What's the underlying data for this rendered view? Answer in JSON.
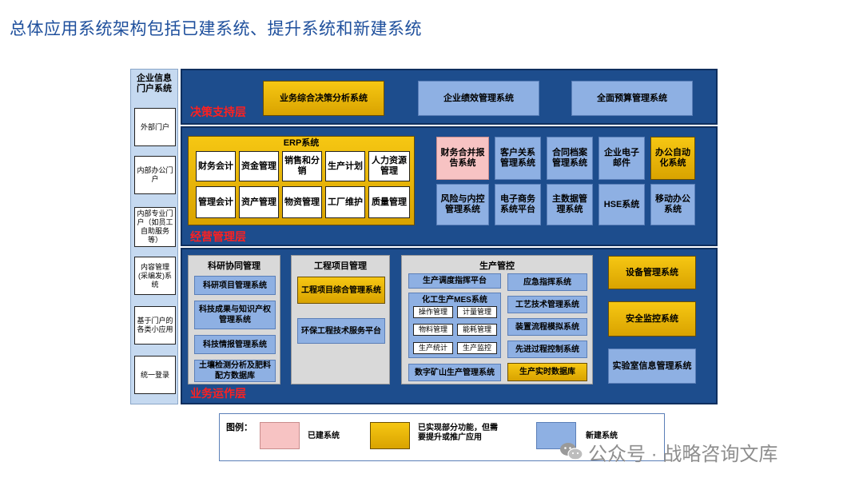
{
  "title": "总体应用系统架构包括已建系统、提升系统和新建系统",
  "portal": {
    "title": "企业信息门户系统",
    "items": [
      "外部门户",
      "内部办公门户",
      "内部专业门户（如员工自助服务等）",
      "内容管理(采编发)系统",
      "基于门户的各类小应用",
      "统一登录"
    ]
  },
  "decision": {
    "label": "决策支持层",
    "items": [
      "业务综合决策分析系统",
      "企业绩效管理系统",
      "全面预算管理系统"
    ]
  },
  "management": {
    "label": "经营管理层",
    "erp": {
      "title": "ERP系统",
      "items": [
        "财务会计",
        "资金管理",
        "销售和分销",
        "生产计划",
        "人力资源管理",
        "管理会计",
        "资产管理",
        "物资管理",
        "工厂维护",
        "质量管理"
      ]
    },
    "systems": [
      "财务合并报告系统",
      "客户关系管理系统",
      "合同档案管理系统",
      "企业电子邮件",
      "办公自动化系统",
      "风险与内控管理系统",
      "电子商务系统平台",
      "主数据管理系统",
      "HSE系统",
      "移动办公系统"
    ]
  },
  "operation": {
    "label": "业务运作层",
    "research": {
      "title": "科研协同管理",
      "items": [
        "科研项目管理系统",
        "科技成果与知识产权管理系统",
        "科技情报管理系统",
        "土壤检测分析及肥料配方数据库"
      ]
    },
    "engineering": {
      "title": "工程项目管理",
      "items": [
        "工程项目综合管理系统",
        "环保工程技术服务平台"
      ]
    },
    "production": {
      "title": "生产管控",
      "dispatch": "生产调度指挥平台",
      "mes_title": "化工生产MES系统",
      "mes_items": [
        "操作管理",
        "计量管理",
        "物料管理",
        "能耗管理",
        "生产统计",
        "生产监控"
      ],
      "mining": "数字矿山生产管理系统",
      "right": [
        "应急指挥系统",
        "工艺技术管理系统",
        "装置流程模拟系统",
        "先进过程控制系统",
        "生产实时数据库"
      ]
    },
    "side": [
      "设备管理系统",
      "安全监控系统",
      "实验室信息管理系统"
    ]
  },
  "legend": {
    "title": "图例：",
    "built": "已建系统",
    "partial": "已实现部分功能，但需要提升或推广应用",
    "new": "新建系统"
  },
  "watermark": "公众号 · 战略咨询文库",
  "colors": {
    "layer": "#1d4d8d",
    "new": "#8eb0e3",
    "gold": "#f6c713",
    "built": "#f7c3c3",
    "label": "#ff2020",
    "title": "#1e4f9c"
  }
}
